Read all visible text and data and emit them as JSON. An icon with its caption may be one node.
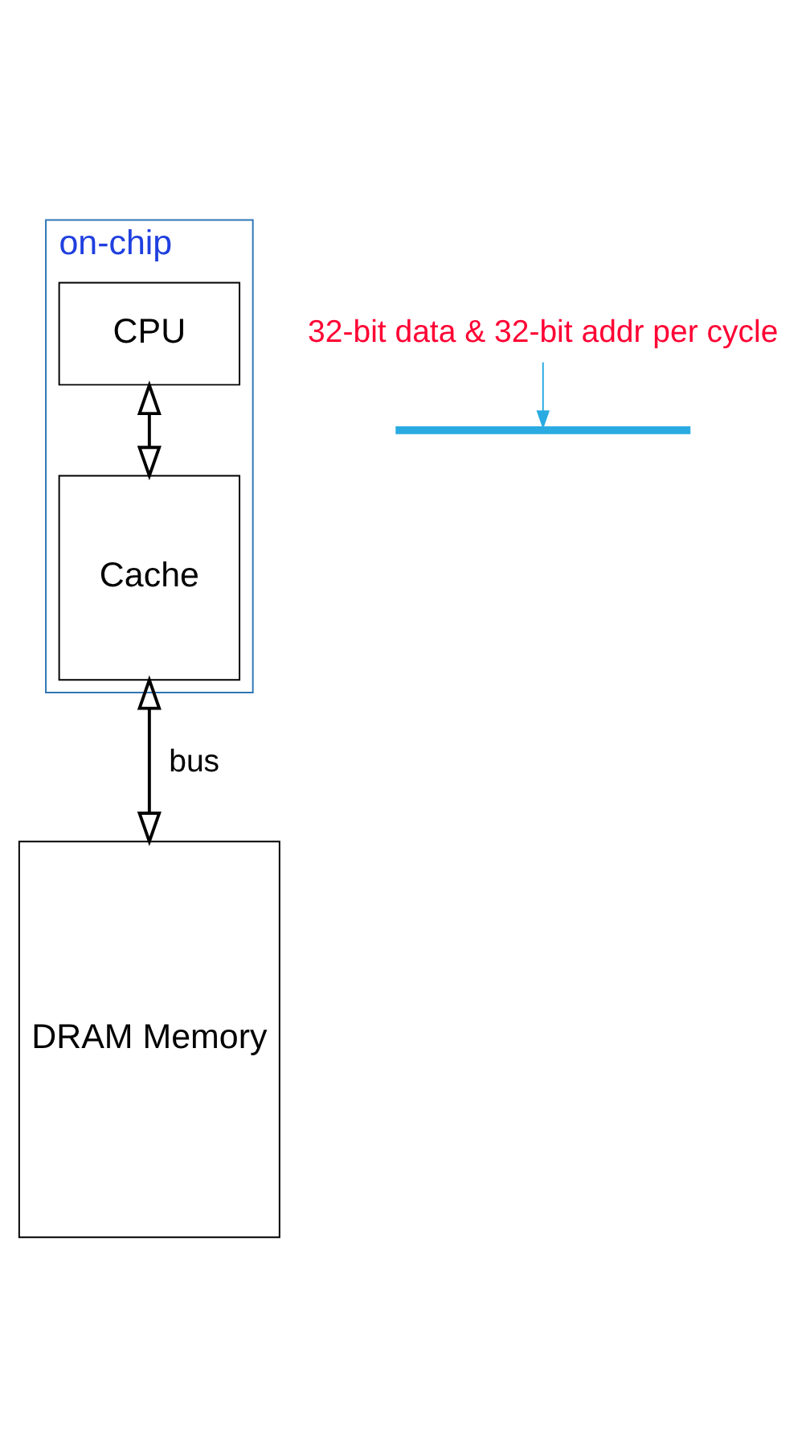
{
  "diagram": {
    "nodes": [
      {
        "text": [
          "on-chip"
        ]
      },
      {
        "text": [
          "CPU"
        ],
        "in": 0
      },
      {
        "text": [
          "Cache"
        ],
        "in": 0
      },
      {
        "text": [
          "DRAM Memory"
        ]
      },
      {
        "text": [
          "32-bit data & 32-bit addr per cycle"
        ]
      },
      {
        "text": [],
        "shape": "bar"
      }
    ],
    "edges": [
      {
        "from": 1,
        "to": 2,
        "arrow": "both"
      },
      {
        "from": 2,
        "to": 3,
        "arrow": "both",
        "label": "bus"
      },
      {
        "from": 4,
        "to": 5,
        "arrow": "to",
        "color": "#29abe2"
      }
    ]
  }
}
